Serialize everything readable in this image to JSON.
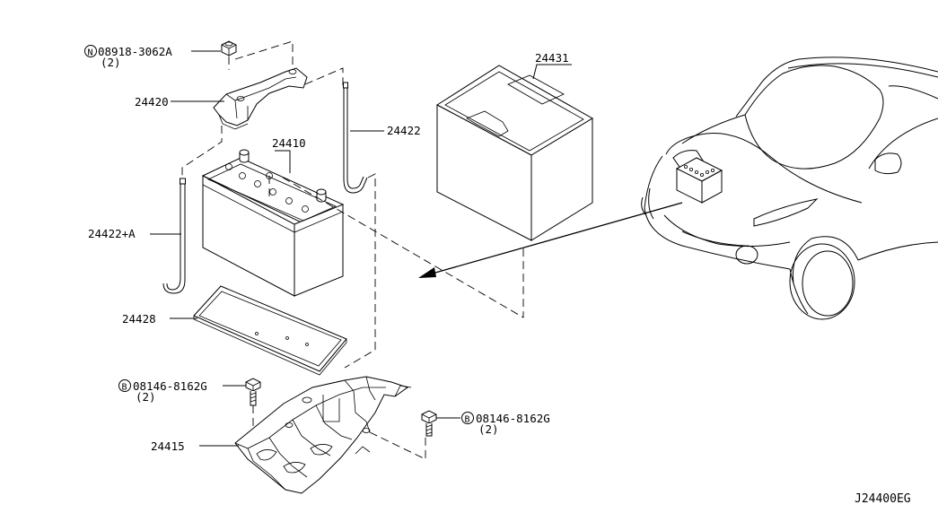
{
  "labels": {
    "nut_code": "08918-3062A",
    "nut_qty": "(2)",
    "nut_prefix": "N",
    "bracket": "24420",
    "battery": "24410",
    "rod": "24422",
    "rod_a": "24422+A",
    "tray": "24428",
    "bolt_left_code": "08146-8162G",
    "bolt_left_qty": "(2)",
    "bolt_prefix": "B",
    "bolt_right_code": "08146-8162G",
    "bolt_right_qty": "(2)",
    "support": "24415",
    "cover": "24431",
    "diagram_id": "J24400EG"
  }
}
